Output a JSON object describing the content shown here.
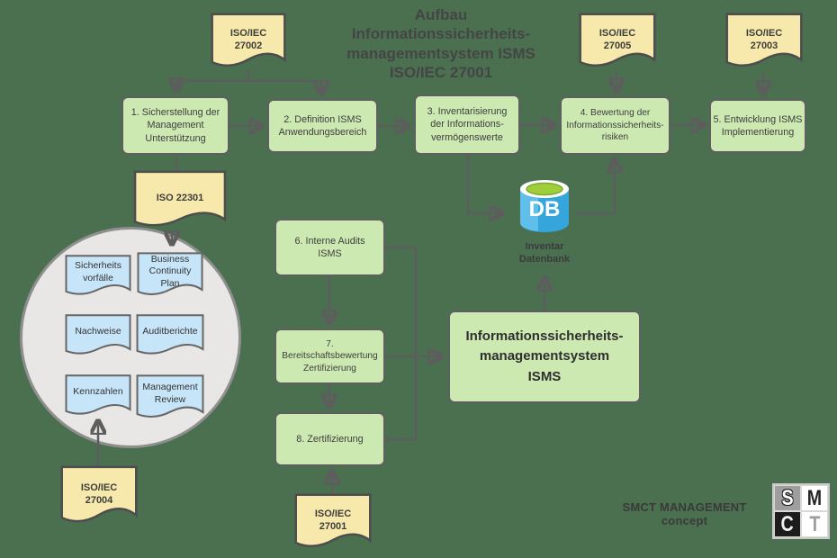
{
  "title": "Aufbau\nInformationssicherheits-\nmanagementsystem ISMS\nISO/IEC 27001",
  "standards": {
    "iso27002": "ISO/IEC\n27002",
    "iso27005": "ISO/IEC\n27005",
    "iso27003": "ISO/IEC\n27003",
    "iso22301": "ISO 22301",
    "iso27004": "ISO/IEC\n27004",
    "iso27001": "ISO/IEC\n27001"
  },
  "steps": {
    "s1": "1. Sicherstellung der\nManagement\nUnterstützung",
    "s2": "2. Definition ISMS\nAnwendungsbereich",
    "s3": "3. Inventarisierung\nder Informations-\nvermögenswerte",
    "s4": "4. Bewertung der\nInformationssicherheits-\nrisiken",
    "s5": "5. Entwicklung ISMS\nImplementierung",
    "s6": "6. Interne Audits\nISMS",
    "s7": "7.\nBereitschaftsbewertung\nZertifizierung",
    "s8": "8. Zertifizierung"
  },
  "isms_box": "Informationssicherheits-\nmanagementsystem\nISMS",
  "database": {
    "label": "DB",
    "caption": "Inventar\nDatenbank"
  },
  "records": {
    "sicherheitsvorfaelle": "Sicherheits\nvorfälle",
    "bcp": "Business\nContinuity\nPlan",
    "nachweise": "Nachweise",
    "auditberichte": "Auditberichte",
    "kennzahlen": "Kennzahlen",
    "management_review": "Management\nReview"
  },
  "branding": {
    "text": "SMCT MANAGEMENT concept",
    "logo": {
      "tl": "S",
      "tr": "M",
      "bl": "C",
      "br": "T"
    }
  },
  "colors": {
    "background": "#4a7050",
    "process_box_green": "#cde9b2",
    "document_yellow": "#f7e9ab",
    "record_blue": "#c7e5f8",
    "circle_gray": "#e9e7e6",
    "db_blue": "#36a5dc",
    "db_top_green": "#9fce3a",
    "connector_gray": "#5d5d5d",
    "text_dark": "#3d3d3d"
  }
}
